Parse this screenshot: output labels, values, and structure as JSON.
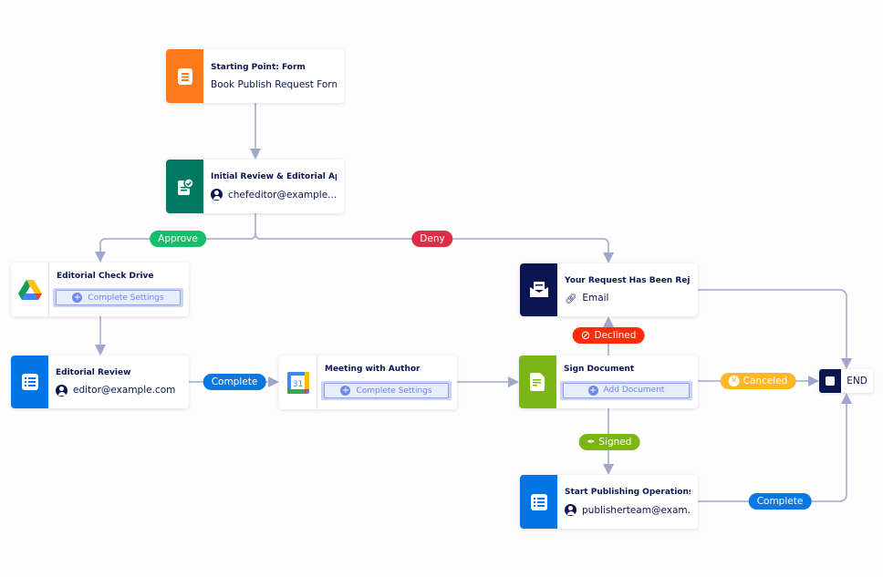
{
  "colors": {
    "form": "#ff7a1a",
    "approval": "#007862",
    "drive": "#ffffff",
    "task": "#0075e3",
    "calendar": "#ffffff",
    "email": "#0a1551",
    "sign": "#7cb518",
    "connector": "#a0a7cc",
    "approve": "#18bd6b",
    "deny": "#dc2f46",
    "complete": "#0b77e3",
    "declined": "#ff2c0a",
    "canceled": "#ffb629",
    "signed": "#7cb518"
  },
  "nodes": {
    "form": {
      "title": "Starting Point: Form",
      "subtitle": "Book Publish Request Form",
      "icon": "form-icon"
    },
    "initial_review": {
      "title": "Initial Review & Editorial App...",
      "assignee": "chefeditor@example....",
      "icon": "approval-icon"
    },
    "drive": {
      "title": "Editorial Check Drive",
      "action": "Complete Settings",
      "icon": "google-drive-icon"
    },
    "editorial_review": {
      "title": "Editorial Review",
      "assignee": "editor@example.com",
      "icon": "task-list-icon"
    },
    "meeting": {
      "title": "Meeting with Author",
      "action": "Complete Settings",
      "icon": "google-calendar-icon",
      "calendar_day": "31"
    },
    "rejected": {
      "title": "Your Request Has Been Rejec...",
      "subtitle": "Email",
      "icon": "email-icon"
    },
    "sign": {
      "title": "Sign Document",
      "action": "Add Document",
      "icon": "sign-document-icon"
    },
    "publishing": {
      "title": "Start Publishing Operations",
      "assignee": "publisherteam@exam...",
      "icon": "task-list-icon"
    },
    "end": {
      "label": "END"
    }
  },
  "labels": {
    "approve": "Approve",
    "deny": "Deny",
    "complete1": "Complete",
    "declined": "Declined",
    "canceled": "Canceled",
    "signed": "Signed",
    "complete2": "Complete"
  }
}
